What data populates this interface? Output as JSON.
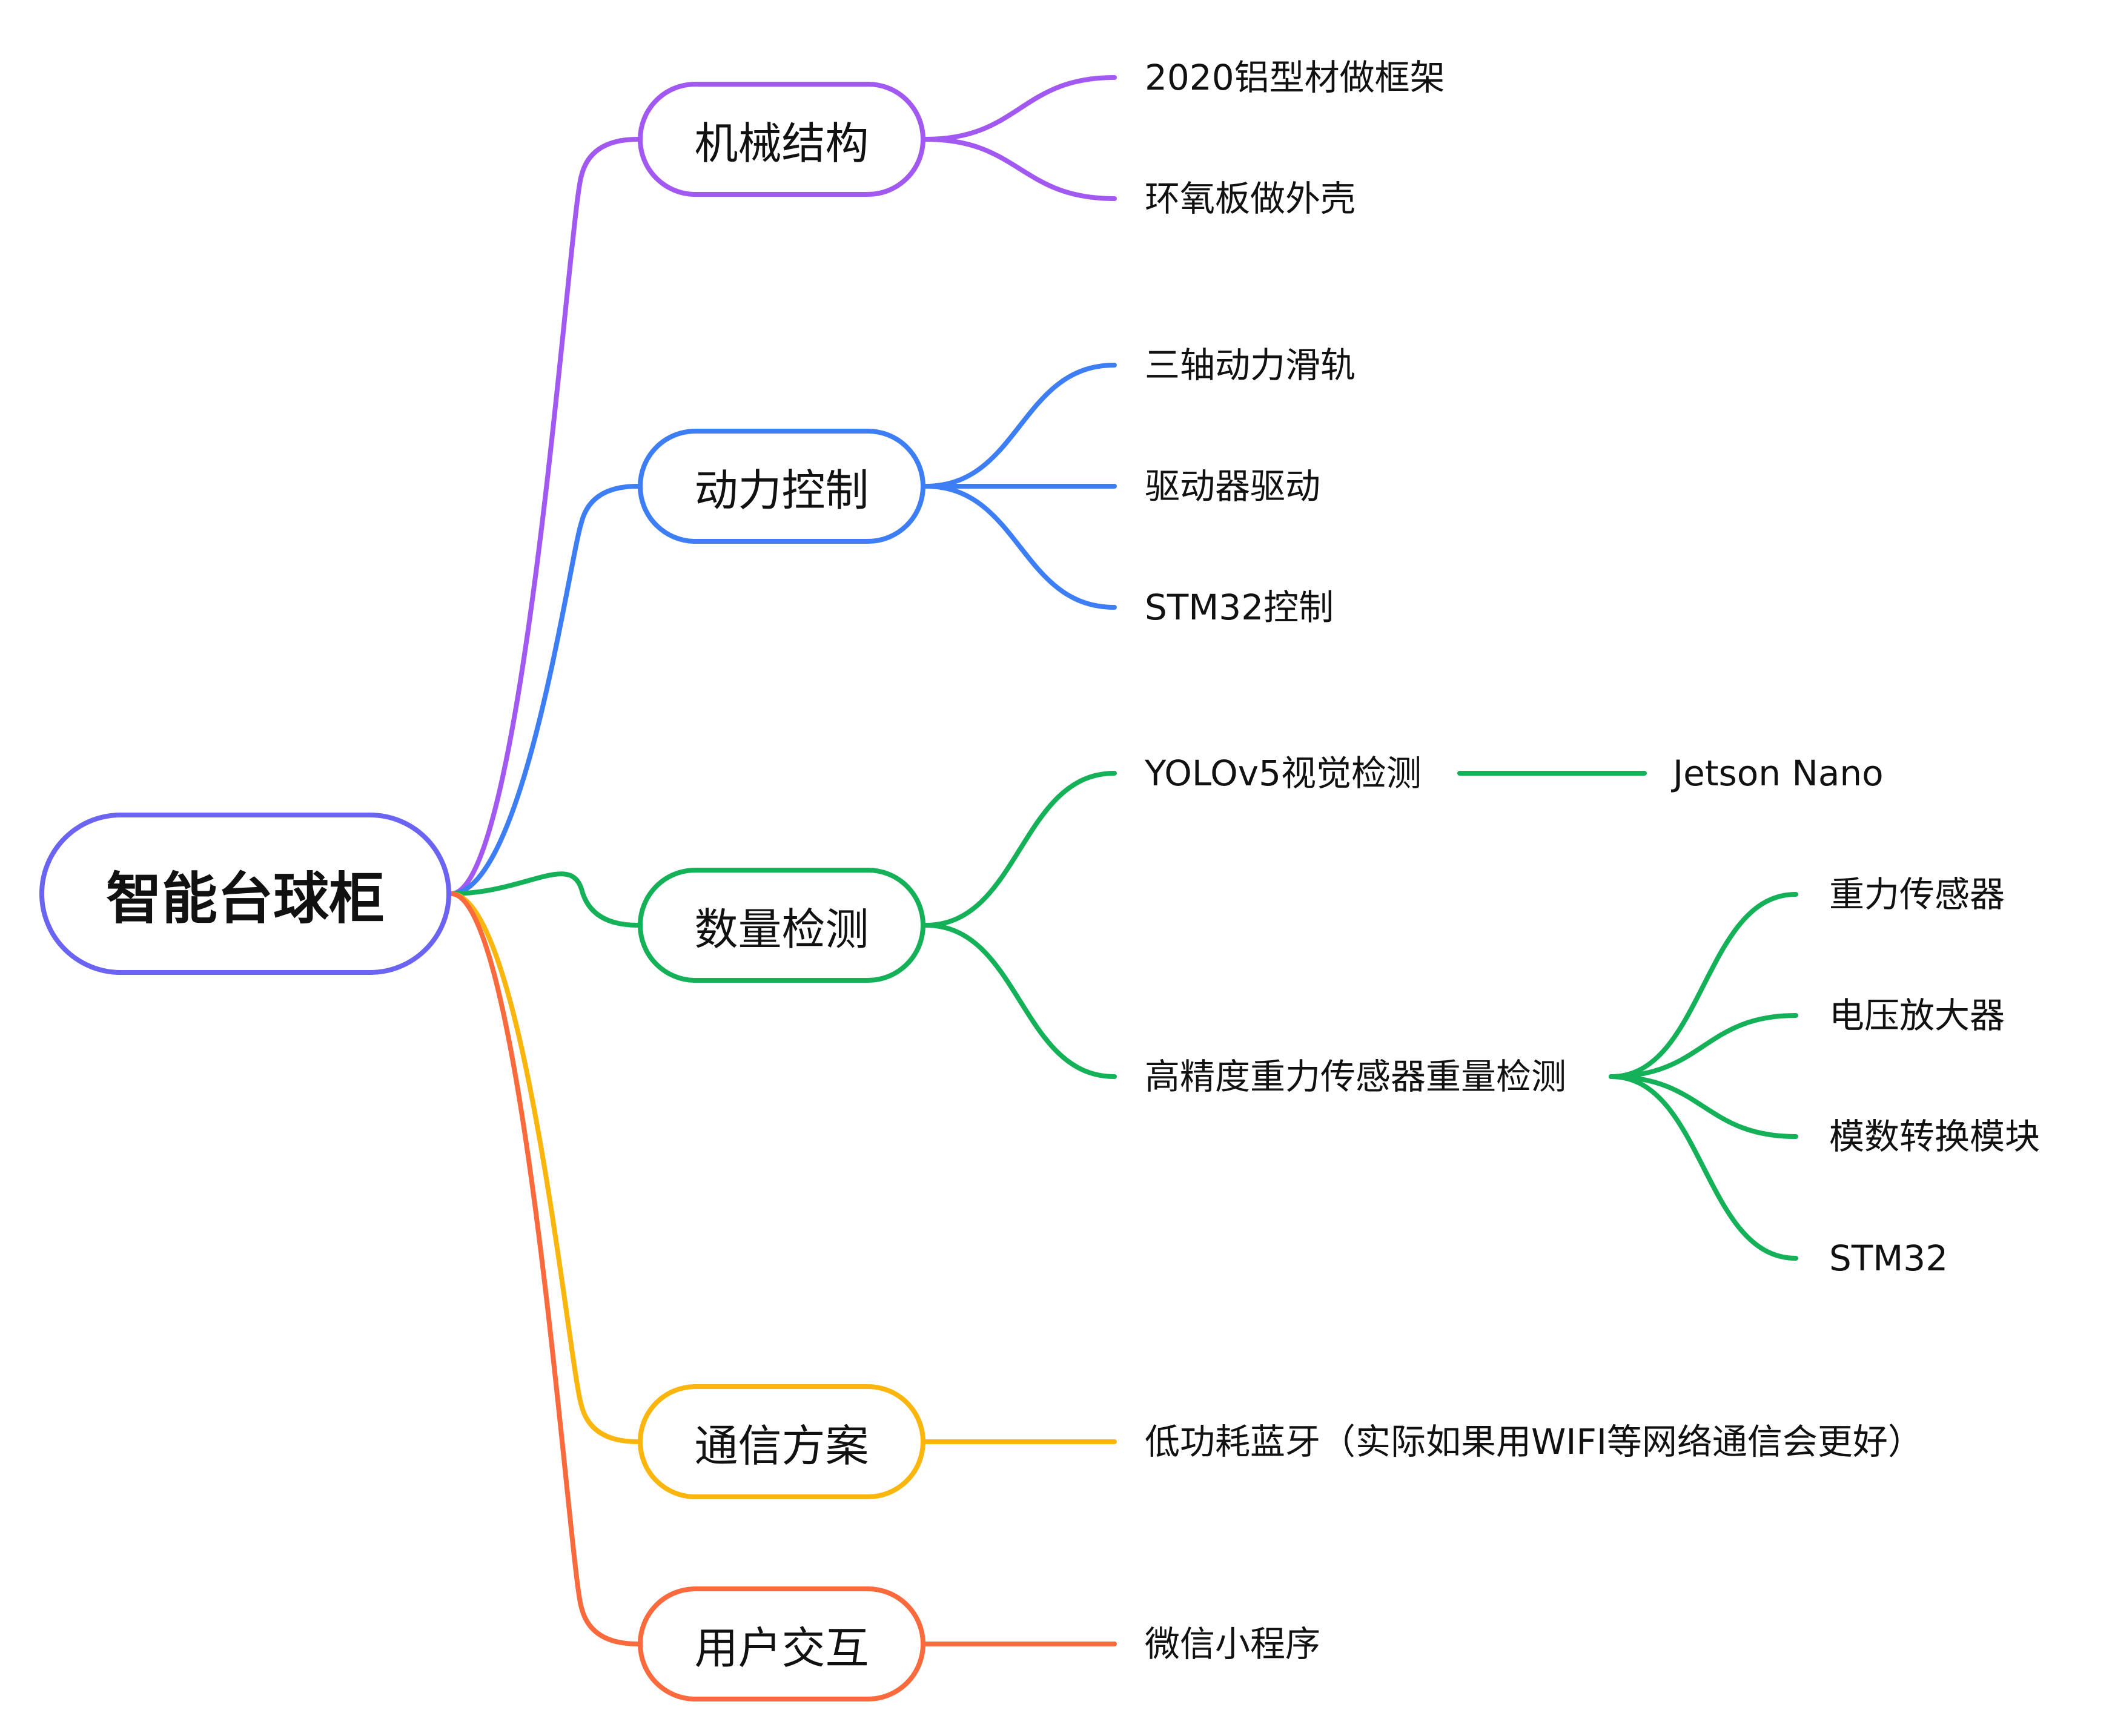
{
  "root": {
    "label": "智能台球柜",
    "color": "#6b63f2"
  },
  "branches": [
    {
      "label": "机械结构",
      "color": "#a259f2",
      "children": [
        {
          "label": "2020铝型材做框架"
        },
        {
          "label": "环氧板做外壳"
        }
      ]
    },
    {
      "label": "动力控制",
      "color": "#3d7ef5",
      "children": [
        {
          "label": "三轴动力滑轨"
        },
        {
          "label": "驱动器驱动"
        },
        {
          "label": "STM32控制"
        }
      ]
    },
    {
      "label": "数量检测",
      "color": "#15b159",
      "children": [
        {
          "label": "YOLOv5视觉检测",
          "children": [
            {
              "label": "Jetson Nano"
            }
          ]
        },
        {
          "label": "高精度重力传感器重量检测",
          "children": [
            {
              "label": "重力传感器"
            },
            {
              "label": "电压放大器"
            },
            {
              "label": "模数转换模块"
            },
            {
              "label": "STM32"
            }
          ]
        }
      ]
    },
    {
      "label": "通信方案",
      "color": "#fbb60e",
      "children": [
        {
          "label": "低功耗蓝牙（实际如果用WIFI等网络通信会更好）"
        }
      ]
    },
    {
      "label": "用户交互",
      "color": "#fb6a3c",
      "children": [
        {
          "label": "微信小程序"
        }
      ]
    }
  ]
}
